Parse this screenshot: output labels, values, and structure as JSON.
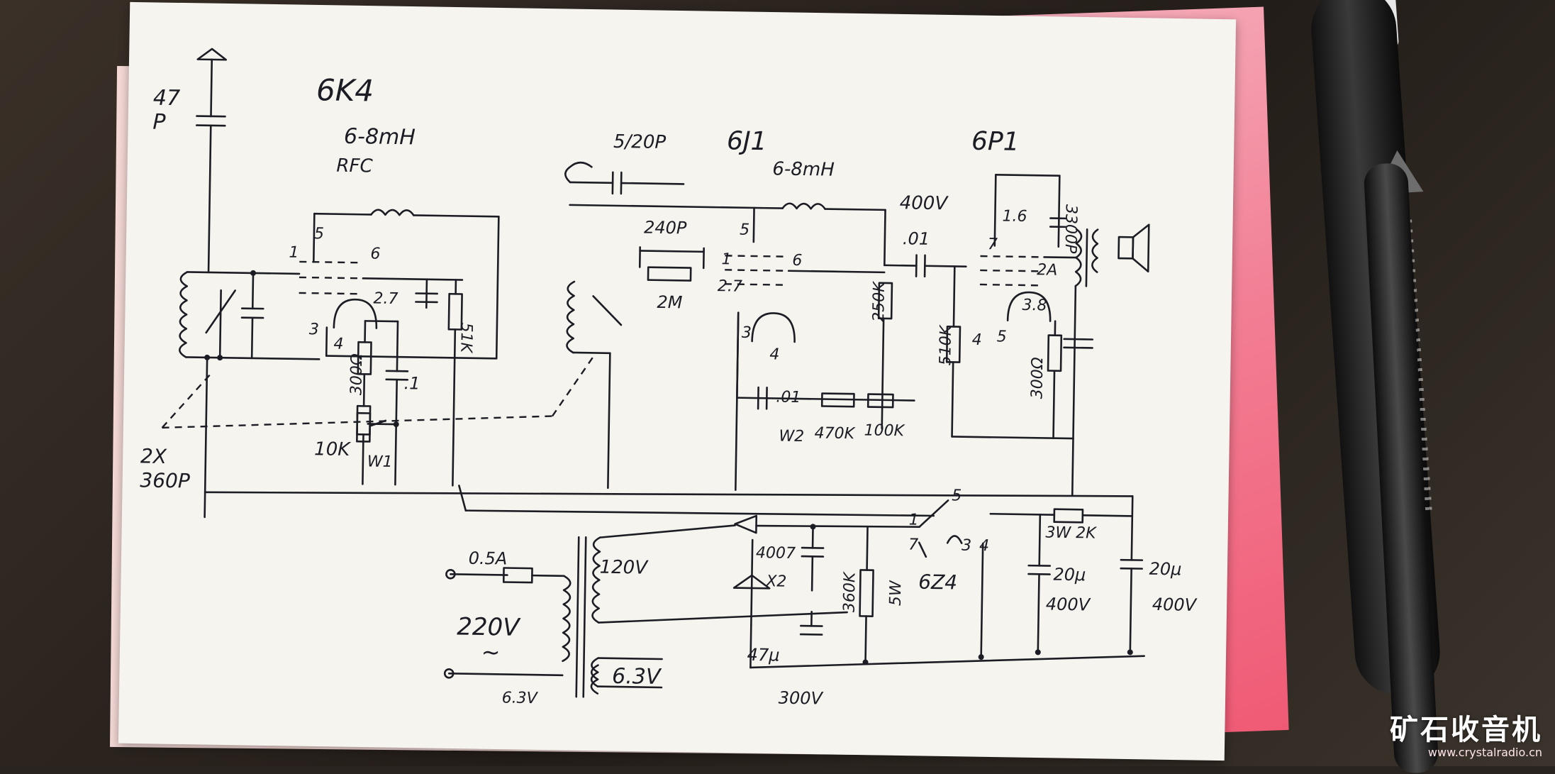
{
  "schematic": {
    "tubes": {
      "rf_tube": "6K4",
      "detector_tube": "6J1",
      "output_tube": "6P1"
    },
    "antenna_cap": "47\nP",
    "rfc_inductance": "6-8mH",
    "rfc_label": "RFC",
    "variable_cap": "2X\n360P",
    "trimmer_cap": "5/20P",
    "regen_coil": "6-8mH",
    "b_plus": "400V",
    "grid_cap": "240P",
    "grid_leak": "2M",
    "coupling_cap": ".01",
    "plate_resistor": "250K",
    "grid_resistor": "510K",
    "cathode_resistor": "300Ω",
    "screen_resistor": "51K",
    "output_transformer_cap": "3300P",
    "cathode_cap": ".1",
    "pot_w1": "10K",
    "w1": "W1",
    "w2": "W2",
    "pot_470k": "470K",
    "res_100k": "100K",
    "cap_01": ".01",
    "fuse": "0.5A",
    "mains": "220V",
    "ac_symbol": "~",
    "hv_winding": "120V",
    "heater_winding": "6.3V",
    "heater_winding2": "6.3V",
    "diodes": "4007\nX2",
    "filter_cap_47u": "47μ",
    "filter_voltage_300": "300V",
    "res_360k": "360K",
    "res_5w": "5W",
    "regulator_tube": "6Z4",
    "dropping_res": "3W 2K",
    "cap_20u_1": "20μ\n400V",
    "cap_20u_2": "20μ\n400V",
    "pin_labels": [
      "1",
      "6",
      "5",
      "3",
      "4",
      "2.7",
      "5",
      "1",
      "6",
      "2.7",
      "3",
      "4",
      "7",
      "1.6",
      "2A",
      "3.8",
      "5",
      "4",
      "1",
      "7",
      "5",
      "3",
      "4"
    ]
  },
  "watermark": {
    "title": "矿石收音机",
    "url": "www.crystalradio.cn"
  }
}
